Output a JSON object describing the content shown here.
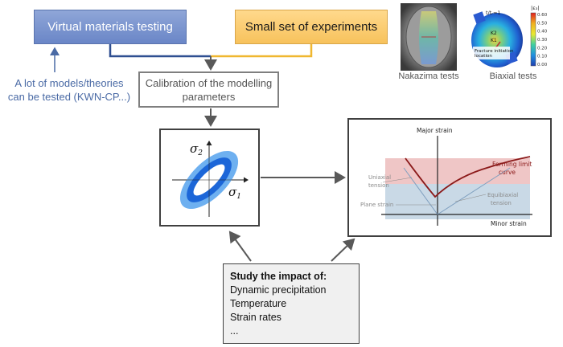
{
  "boxes": {
    "virtual": "Virtual materials testing",
    "experiments": "Small set of experiments",
    "calibration_line1": "Calibration of the modelling",
    "calibration_line2": "parameters"
  },
  "note": {
    "line1": "A lot of models/theories",
    "line2": "can be tested (KWN-CP...)"
  },
  "images": {
    "nakazima": "Nakazima tests",
    "biaxial": "Biaxial tests",
    "colorbar_title": "|ε₃|",
    "colorbar_ticks": [
      "0.60",
      "0.50",
      "0.40",
      "0.30",
      "0.20",
      "0.10",
      "0.00"
    ],
    "biaxial_annot": "Fracture initiation location",
    "biaxial_top": "t/tᵣ=1",
    "biaxial_k1": "K1",
    "biaxial_k2": "K2"
  },
  "yield_locus": {
    "sigma1": "σ",
    "sigma1_sub": "1",
    "sigma2": "σ",
    "sigma2_sub": "2"
  },
  "flc": {
    "major": "Major strain",
    "minor": "Minor strain",
    "flc_line1": "Forming limit",
    "flc_line2": "curve",
    "uniaxial_line1": "Uniaxial",
    "uniaxial_line2": "tension",
    "plane": "Plane strain",
    "equi_line1": "Equibiaxial",
    "equi_line2": "tension"
  },
  "study": {
    "heading": "Study the impact of:",
    "items": [
      "Dynamic precipitation",
      "Temperature",
      "Strain rates",
      "..."
    ]
  },
  "colors": {
    "blue_line": "#2f4f91",
    "orange_line": "#f0b730",
    "flc_red": "#8b1a1a",
    "safe_zone": "#c9d9e6",
    "fail_zone": "#efc6c6",
    "ellipse_outer": "#6eb0f0",
    "ellipse_inner": "#1c66d8"
  }
}
